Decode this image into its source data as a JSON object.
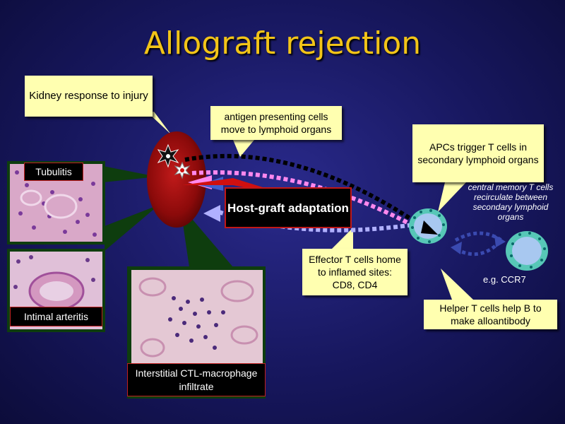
{
  "title": "Allograft rejection",
  "callouts": {
    "kidney_response": "Kidney response to injury",
    "apc_move": "antigen presenting cells move to lymphoid organs",
    "apc_trigger": "APCs trigger T cells in secondary lymphoid organs",
    "effector": "Effector T cells home to inflamed sites: CD8, CD4",
    "helper": "Helper T cells help B to make alloantibody"
  },
  "host_graft": "Host-graft adaptation",
  "central_memory": "central memory T cells recirculate between secondary lymphoid organs",
  "ccr7": "e.g. CCR7",
  "panels": {
    "tubulitis": "Tubulitis",
    "intimal": "Intimal arteritis",
    "interstitial": "Interstitial CTL-macrophage infiltrate"
  },
  "colors": {
    "background": "#17175e",
    "title": "#f2c418",
    "callout": "#ffffb0",
    "kidney": "#8b0a0a",
    "lymph_node": "#57c7b7",
    "arrow_dark": "#000000",
    "arrow_pink": "#ff88ee",
    "arrow_blue": "#b0b0ff"
  }
}
